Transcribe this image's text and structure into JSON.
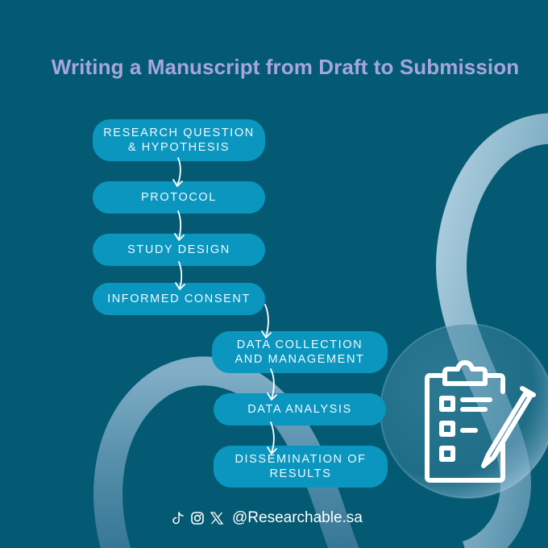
{
  "title": "Writing a Manuscript from Draft to Submission",
  "colors": {
    "background": "#045a72",
    "title": "#a7a6dc",
    "pill": "#0a96bf",
    "pill_text": "#f2f8fb",
    "ribbon": "#a9cbe0",
    "icon": "#ffffff"
  },
  "steps": [
    {
      "label": "RESEARCH QUESTION & HYPOTHESIS"
    },
    {
      "label": "PROTOCOL"
    },
    {
      "label": "STUDY DESIGN"
    },
    {
      "label": "INFORMED CONSENT"
    },
    {
      "label": "DATA COLLECTION AND MANAGEMENT"
    },
    {
      "label": "DATA ANALYSIS"
    },
    {
      "label": "DISSEMINATION OF RESULTS"
    }
  ],
  "illustration": {
    "icon": "clipboard-checklist-pencil-icon"
  },
  "footer": {
    "social_icons": [
      "tiktok-icon",
      "instagram-icon",
      "x-icon"
    ],
    "handle": "@Researchable.sa"
  }
}
